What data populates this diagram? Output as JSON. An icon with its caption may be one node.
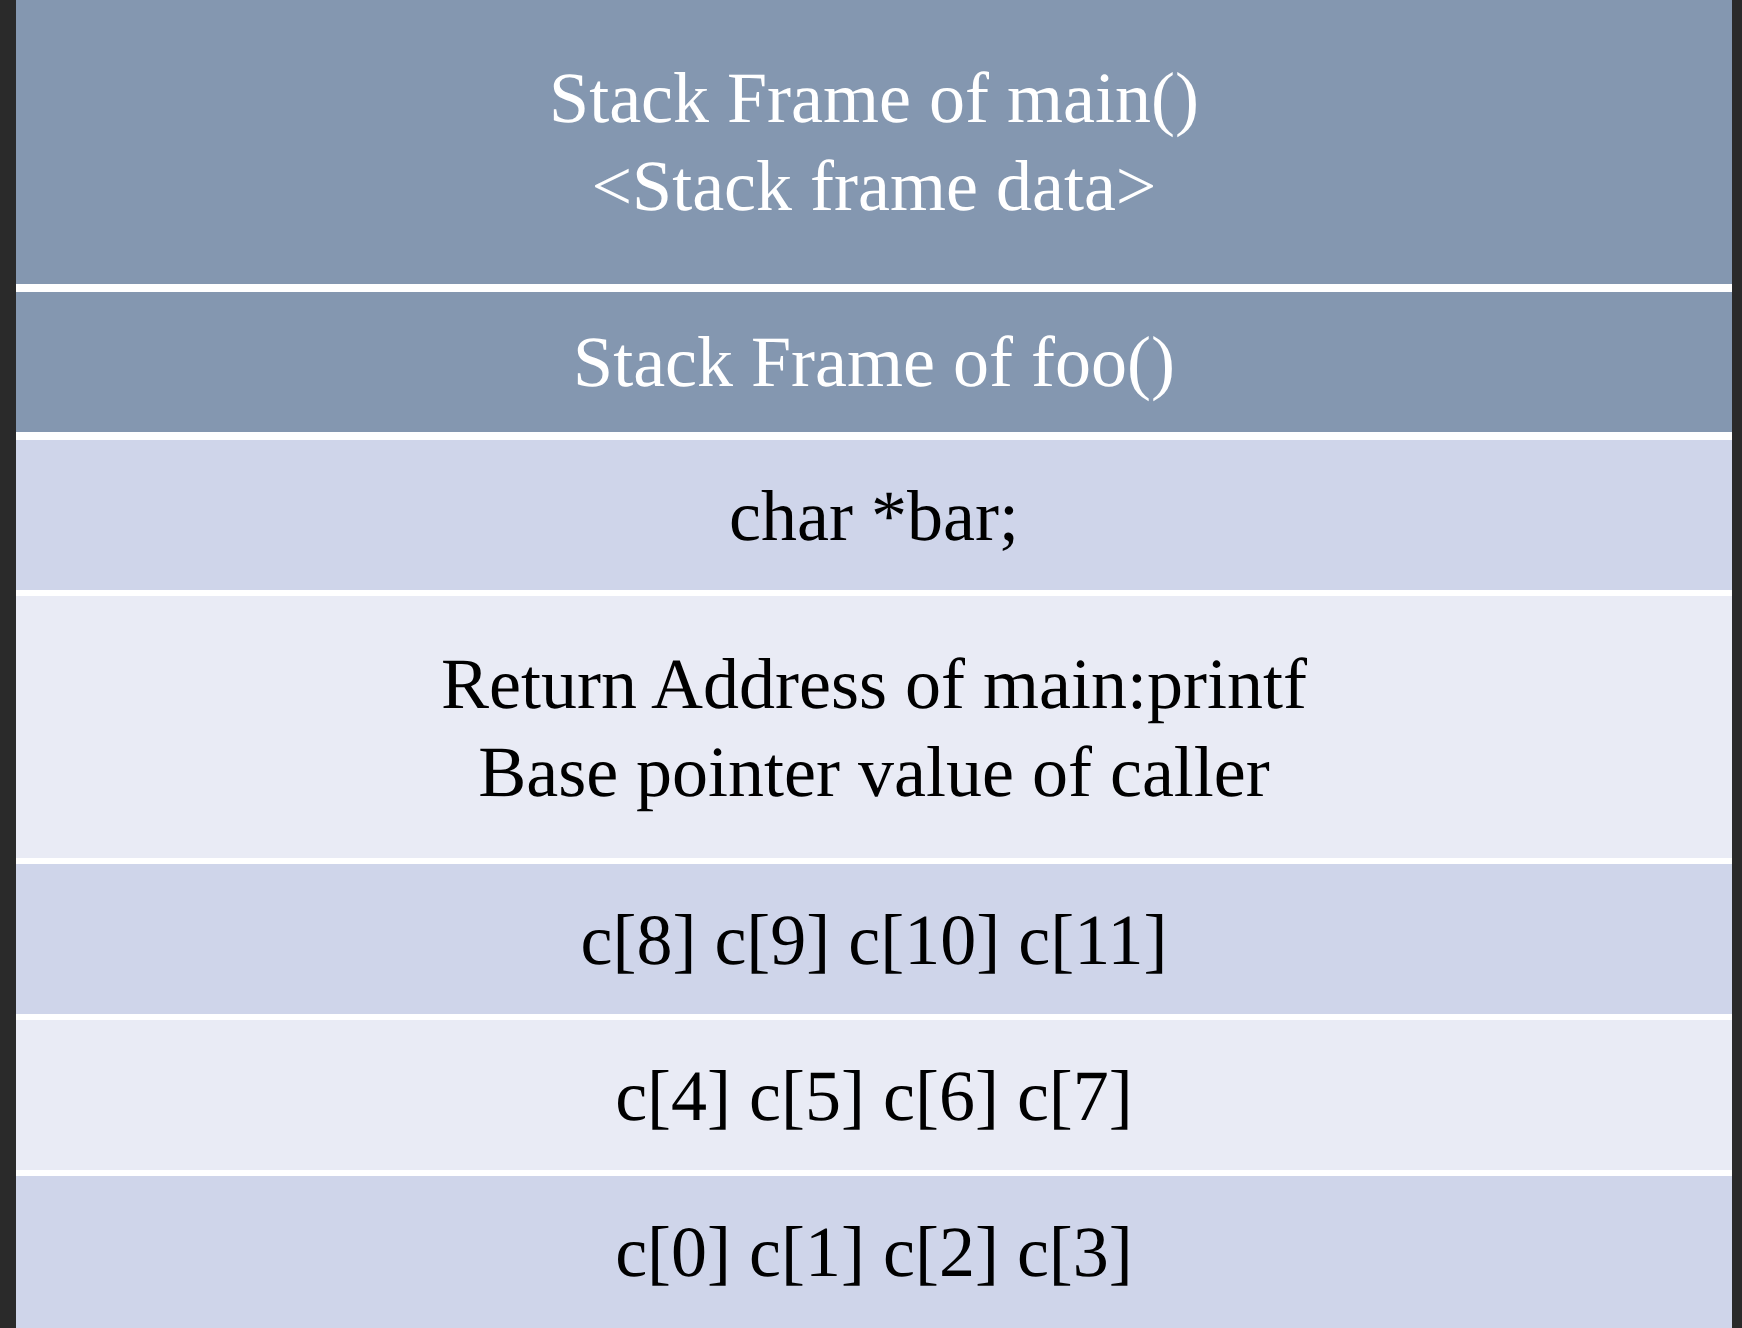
{
  "diagram": {
    "nodes": [
      {
        "text": [
          "Stack Frame of main()",
          "<Stack frame data>"
        ]
      },
      {
        "text": [
          "Stack Frame of foo()"
        ]
      },
      {
        "text": [
          "char *bar;"
        ]
      },
      {
        "text": [
          "Return Address of main:printf",
          "Base pointer value of caller"
        ]
      },
      {
        "text": [
          "c[8] c[9] c[10] c[11]"
        ]
      },
      {
        "text": [
          "c[4] c[5] c[6] c[7]"
        ]
      },
      {
        "text": [
          "c[0] c[1] c[2] c[3]"
        ]
      }
    ]
  }
}
